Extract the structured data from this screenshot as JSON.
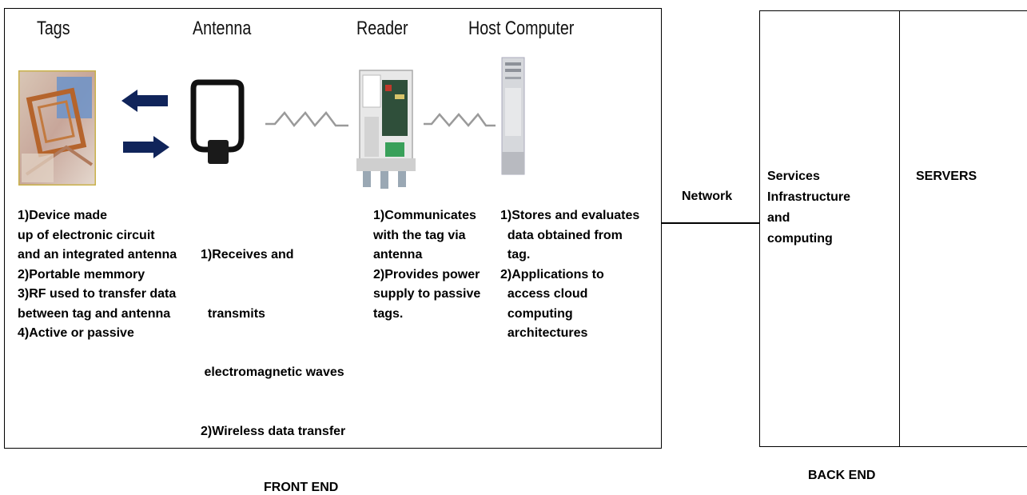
{
  "front_end": {
    "label": "FRONT END",
    "components": [
      {
        "title": "Tags",
        "image_icon": "rfid-tag-image",
        "description": [
          "1)Device made",
          "up of electronic circuit",
          "and an integrated antenna",
          "2)Portable memmory",
          "3)RF used to transfer data",
          "between tag and antenna",
          "4)Active or passive"
        ]
      },
      {
        "title": "Antenna",
        "image_icon": "antenna-loop-image",
        "description": [
          "1)Receives and",
          "  transmits",
          " electromagnetic waves",
          "2)Wireless data transfer"
        ]
      },
      {
        "title": "Reader",
        "image_icon": "rfid-reader-image",
        "description": [
          "1)Communicates",
          "with the tag via",
          "antenna",
          "2)Provides power",
          "supply to passive",
          "tags."
        ]
      },
      {
        "title": "Host Computer",
        "image_icon": "host-computer-image",
        "description": [
          "1)Stores and evaluates",
          "  data obtained from",
          "  tag.",
          "2)Applications to",
          "  access cloud",
          "  computing",
          "  architectures"
        ]
      }
    ],
    "arrows": [
      "arrow-left-icon",
      "arrow-right-icon"
    ],
    "links": [
      "wave-link-antenna-reader",
      "wave-link-reader-host"
    ],
    "colors": {
      "arrow": "#10245a",
      "border": "#000000"
    }
  },
  "network": {
    "label": "Network"
  },
  "back_end": {
    "label": "BACK END",
    "services": {
      "lines": [
        "Services",
        "Infrastructure",
        "and",
        "computing"
      ]
    },
    "servers": {
      "label": "SERVERS"
    }
  }
}
